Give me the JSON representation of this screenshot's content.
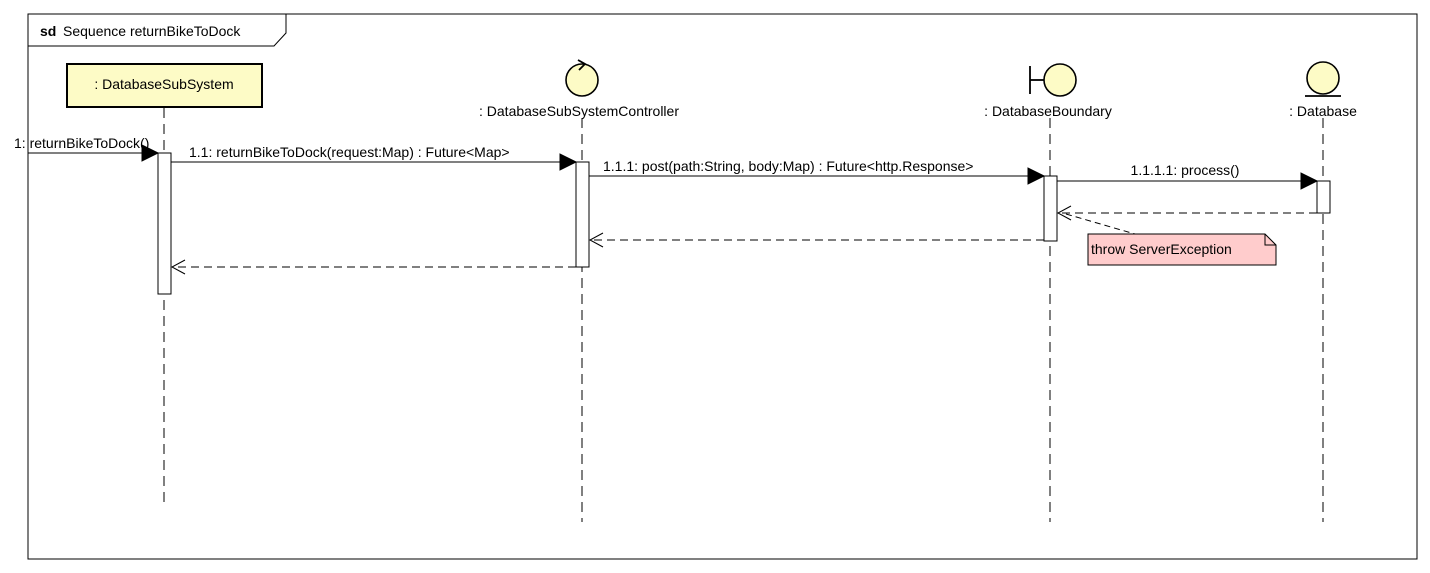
{
  "frame": {
    "keyword": "sd",
    "title": "Sequence returnBikeToDock"
  },
  "participants": [
    {
      "id": "subsystem",
      "kind": "class",
      "name": ": DatabaseSubSystem"
    },
    {
      "id": "controller",
      "kind": "control",
      "name": ": DatabaseSubSystemController"
    },
    {
      "id": "boundary",
      "kind": "boundary",
      "name": ": DatabaseBoundary"
    },
    {
      "id": "database",
      "kind": "entity",
      "name": ": Database"
    }
  ],
  "messages": [
    {
      "id": "m1",
      "from": "found",
      "to": "subsystem",
      "type": "sync",
      "label": "1: returnBikeToDock()"
    },
    {
      "id": "m2",
      "from": "subsystem",
      "to": "controller",
      "type": "sync",
      "label": "1.1: returnBikeToDock(request:Map) : Future<Map>"
    },
    {
      "id": "m3",
      "from": "controller",
      "to": "boundary",
      "type": "sync",
      "label": "1.1.1: post(path:String, body:Map) : Future<http.Response>"
    },
    {
      "id": "m4",
      "from": "boundary",
      "to": "database",
      "type": "sync",
      "label": "1.1.1.1: process()"
    },
    {
      "id": "r4",
      "from": "database",
      "to": "boundary",
      "type": "return",
      "label": ""
    },
    {
      "id": "r3",
      "from": "boundary",
      "to": "controller",
      "type": "return",
      "label": ""
    },
    {
      "id": "r2",
      "from": "controller",
      "to": "subsystem",
      "type": "return",
      "label": ""
    }
  ],
  "note": {
    "text": "throw ServerException",
    "fill": "#ffcccc"
  },
  "colors": {
    "participant_fill": "#fdfbc6",
    "note_fill": "#ffcccc",
    "line": "#000000"
  }
}
